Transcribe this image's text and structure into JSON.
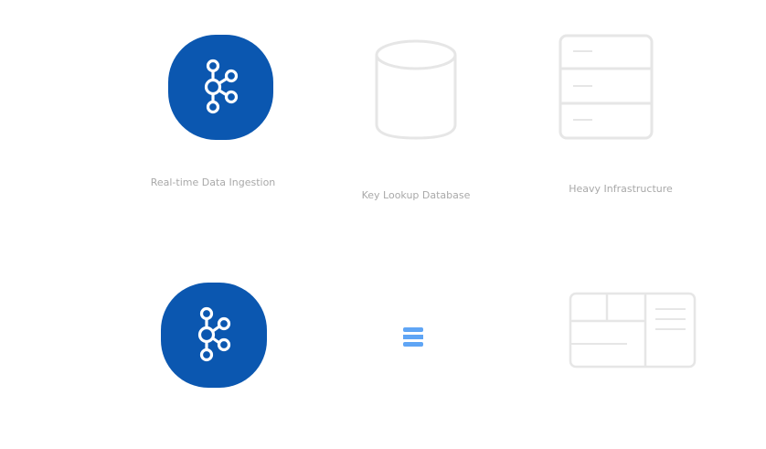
{
  "labels": {
    "ingestion": "Real-time Data Ingestion",
    "database": "Key Lookup Database",
    "infrastructure": "Heavy Infrastructure"
  },
  "colors": {
    "kafka_blue": "#0b57b0",
    "outline_gray": "#e6e6e6",
    "label_gray": "#a9a9a9",
    "db_small_blue": "#5fa5f5"
  }
}
